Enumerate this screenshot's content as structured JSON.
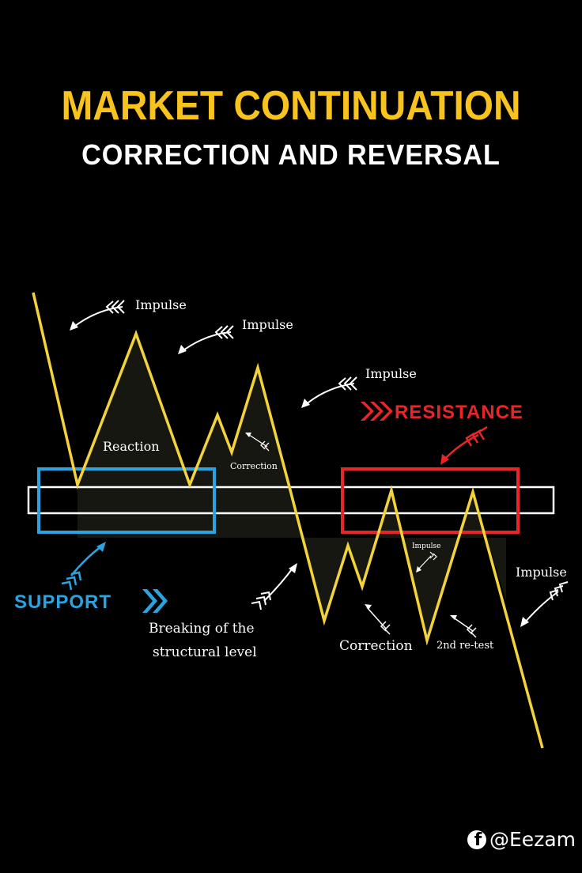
{
  "title": "MARKET CONTINUATION",
  "subtitle": "CORRECTION AND REVERSAL",
  "labels": {
    "impulse_1": "Impulse",
    "impulse_2": "Impulse",
    "impulse_3": "Impulse",
    "impulse_4": "Impulse",
    "impulse_5": "Impulse",
    "reaction": "Reaction",
    "correction_1": "Correction",
    "correction_2": "Correction",
    "resistance": "RESISTANCE",
    "support": "SUPPORT",
    "breaking_line1": "Breaking of  the",
    "breaking_line2": "structural level",
    "retest": "2nd re-test"
  },
  "watermark": {
    "handle": "@Eezam",
    "icon": "facebook-icon"
  },
  "colors": {
    "background": "#000000",
    "title": "#F7C31C",
    "price_line": "#F2D33B",
    "resistance": "#E8262A",
    "support": "#2BA3E0",
    "level_band": "#FFFFFF",
    "arrows": "#FFFFFF"
  }
}
